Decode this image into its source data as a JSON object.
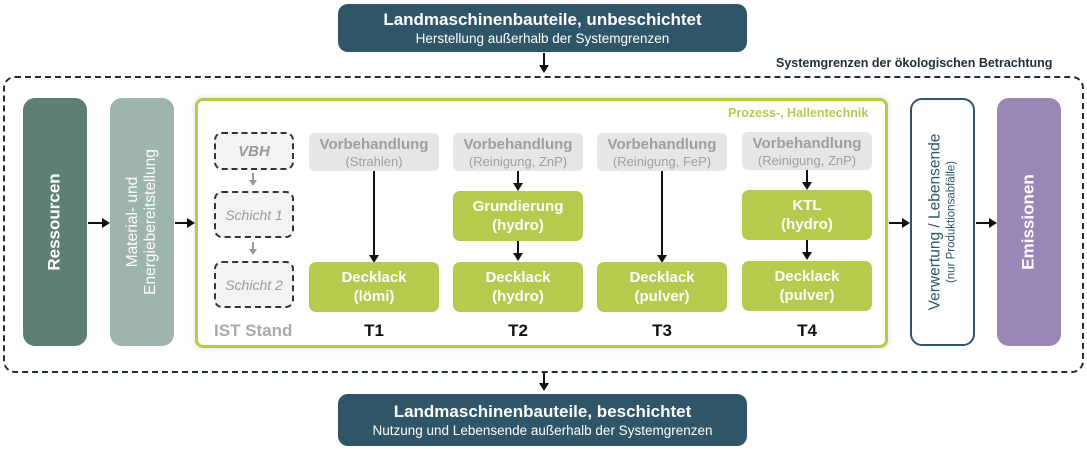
{
  "top_box": {
    "title": "Landmaschinenbauteile, unbeschichtet",
    "subtitle": "Herstellung außerhalb der Systemgrenzen"
  },
  "bottom_box": {
    "title": "Landmaschinenbauteile, beschichtet",
    "subtitle": "Nutzung und Lebensende außerhalb der Systemgrenzen"
  },
  "system_boundary_label": "Systemgrenzen der ökologischen Betrachtung",
  "left_boxes": {
    "ressourcen": "Ressourcen",
    "material_line1": "Material- und",
    "material_line2": "Energiebereitstellung"
  },
  "process_area": {
    "label": "Prozess-, Hallentechnik",
    "ist_stand": {
      "label": "IST Stand",
      "steps": [
        "VBH",
        "Schicht 1",
        "Schicht 2"
      ]
    },
    "columns": [
      {
        "id": "T1",
        "pre_title": "Vorbehandlung",
        "pre_sub": "(Strahlen)",
        "layers": [
          {
            "l1": "Decklack",
            "l2": "(lömi)"
          }
        ]
      },
      {
        "id": "T2",
        "pre_title": "Vorbehandlung",
        "pre_sub": "(Reinigung, ZnP)",
        "layers": [
          {
            "l1": "Grundierung",
            "l2": "(hydro)"
          },
          {
            "l1": "Decklack",
            "l2": "(hydro)"
          }
        ]
      },
      {
        "id": "T3",
        "pre_title": "Vorbehandlung",
        "pre_sub": "(Reinigung, FeP)",
        "layers": [
          {
            "l1": "Decklack",
            "l2": "(pulver)"
          }
        ]
      },
      {
        "id": "T4",
        "pre_title": "Vorbehandlung",
        "pre_sub": "(Reinigung, ZnP)",
        "layers": [
          {
            "l1": "KTL",
            "l2": "(hydro)"
          },
          {
            "l1": "Decklack",
            "l2": "(pulver)"
          }
        ]
      }
    ]
  },
  "right_boxes": {
    "verwertung_line1": "Verwertung / Lebensende",
    "verwertung_line2": "(nur Produktionsabfälle)",
    "emissionen": "Emissionen"
  },
  "colors": {
    "navy": "#2e5668",
    "ressourcen": "#5e7f75",
    "material": "#9db5ae",
    "green": "#b5cb4e",
    "purple": "#9b86b8"
  }
}
